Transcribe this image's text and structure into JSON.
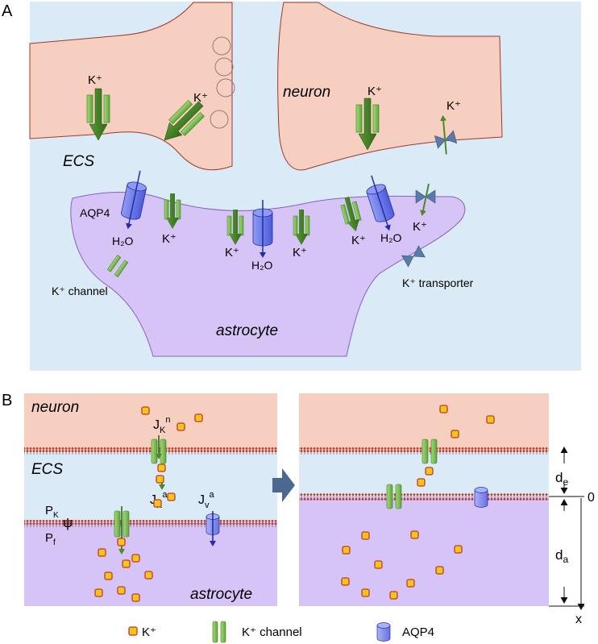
{
  "panel_a": {
    "letter": "A",
    "neuron_label": "neuron",
    "ecs_label": "ECS",
    "astrocyte_label": "astrocyte",
    "aqp4_label": "AQP4",
    "k_channel_label": "K⁺ channel",
    "k_transporter_label": "K⁺ transporter",
    "k_label": "K⁺",
    "water_label": "H₂O"
  },
  "panel_b": {
    "letter": "B",
    "neuron_label": "neuron",
    "ecs_label": "ECS",
    "astrocyte_label": "astrocyte",
    "flux_kn": {
      "base": "J",
      "sub": "K",
      "sup": "n"
    },
    "flux_ka": {
      "base": "J",
      "sub": "K",
      "sup": "a"
    },
    "flux_va": {
      "base": "J",
      "sub": "v",
      "sup": "a"
    },
    "pk": {
      "base": "P",
      "sub": "K"
    },
    "pf": {
      "base": "P",
      "sub": "f"
    },
    "psi": "ψ",
    "de": {
      "base": "d",
      "sub": "e"
    },
    "da": {
      "base": "d",
      "sub": "a"
    },
    "zero": "0",
    "x_axis": "x"
  },
  "legend": {
    "k_ion": "K⁺",
    "k_channel": "K⁺ channel",
    "aqp4": "AQP4"
  },
  "colors": {
    "ecs": "#dbeaf7",
    "neuron": "#f7cfc0",
    "astrocyte": "#d6c4f7",
    "channel": "#7cc44e",
    "channel_arrow": "#3b7a1e",
    "aqp4": "#3f4fd0",
    "transporter": "#5a7aa8",
    "ion_fill": "#f5c518",
    "ion_border": "#c0392b"
  }
}
